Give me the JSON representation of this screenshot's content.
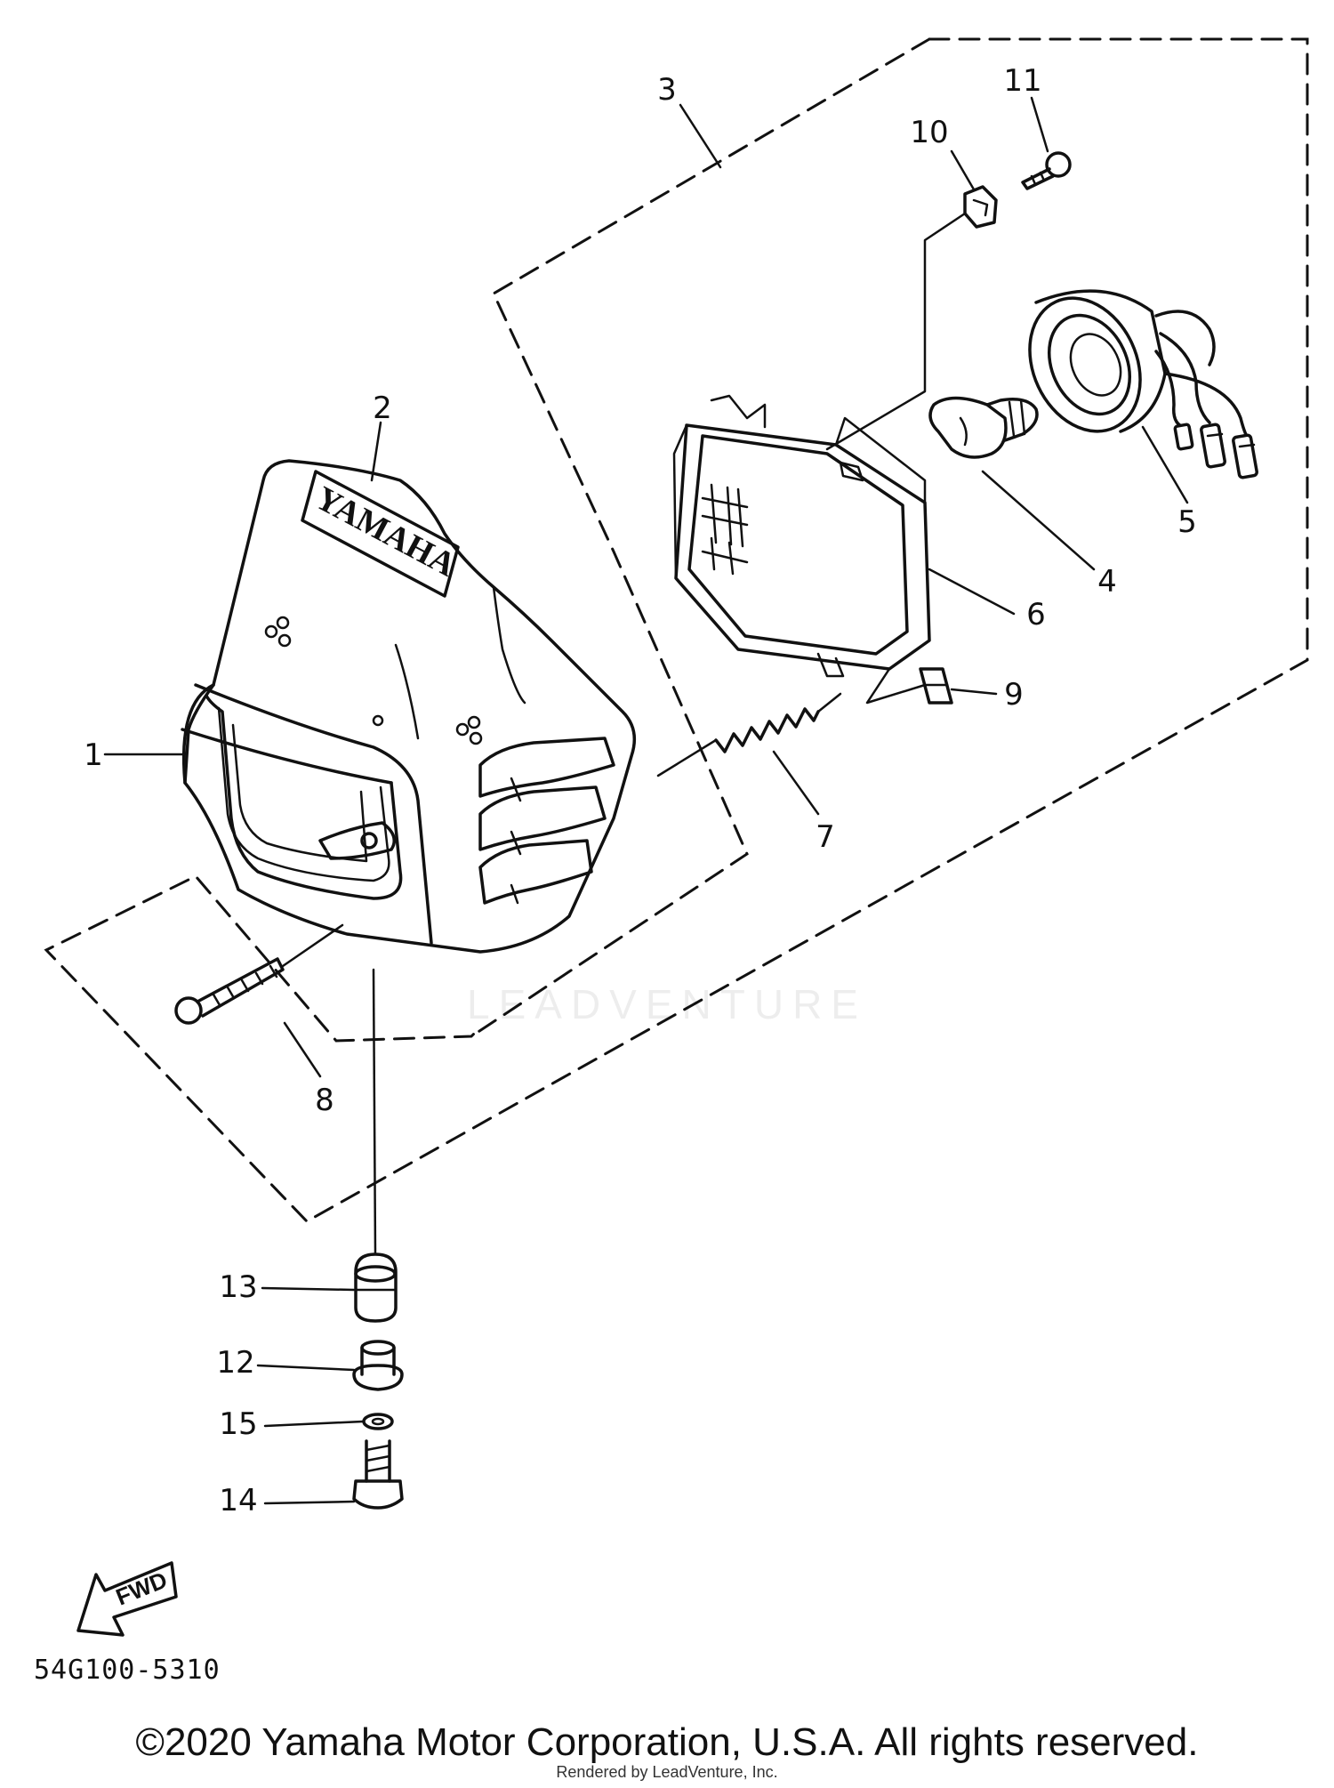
{
  "callouts": [
    {
      "id": "1",
      "label": "1"
    },
    {
      "id": "2",
      "label": "2"
    },
    {
      "id": "3",
      "label": "3"
    },
    {
      "id": "4",
      "label": "4"
    },
    {
      "id": "5",
      "label": "5"
    },
    {
      "id": "6",
      "label": "6"
    },
    {
      "id": "7",
      "label": "7"
    },
    {
      "id": "8",
      "label": "8"
    },
    {
      "id": "9",
      "label": "9"
    },
    {
      "id": "10",
      "label": "10"
    },
    {
      "id": "11",
      "label": "11"
    },
    {
      "id": "12",
      "label": "12"
    },
    {
      "id": "13",
      "label": "13"
    },
    {
      "id": "14",
      "label": "14"
    },
    {
      "id": "15",
      "label": "15"
    }
  ],
  "brand_text": "YAMAHA",
  "fwd_text": "FWD",
  "part_code": "54G100-5310",
  "copyright": "©2020 Yamaha Motor Corporation, U.S.A. All rights reserved.",
  "rendered_by": "Rendered by LeadVenture, Inc.",
  "watermark": "LEADVENTURE",
  "colors": {
    "ink": "#111111",
    "background": "#ffffff"
  }
}
